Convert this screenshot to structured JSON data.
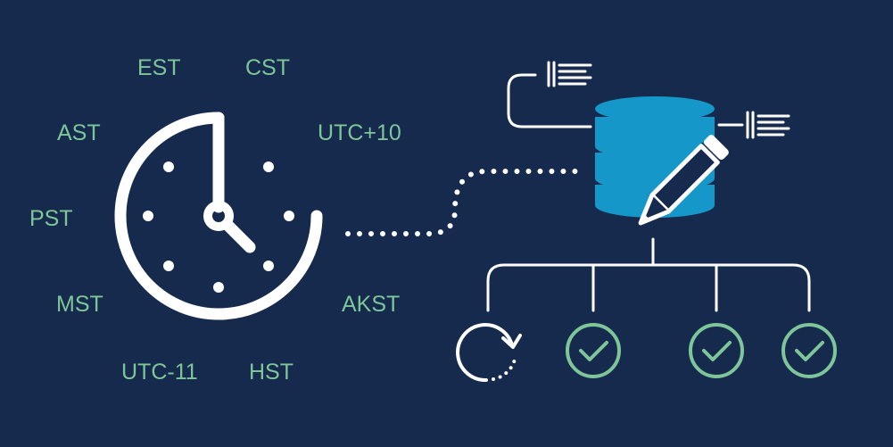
{
  "timezones": {
    "est": "EST",
    "cst": "CST",
    "ast": "AST",
    "utc_plus_10": "UTC+10",
    "pst": "PST",
    "mst": "MST",
    "akst": "AKST",
    "utc_minus_11": "UTC-11",
    "hst": "HST"
  },
  "icons": {
    "clock": "clock-icon",
    "database": "database-icon",
    "pencil": "pencil-icon",
    "document_a": "document-lines-icon",
    "document_b": "document-lines-icon",
    "sync": "sync-icon",
    "check": "check-circle-icon"
  },
  "colors": {
    "background": "#152a4c",
    "timezone_text": "#7fc59a",
    "clock_stroke": "#ffffff",
    "database_fill": "#1597c9",
    "check_stroke": "#7fc59a"
  }
}
